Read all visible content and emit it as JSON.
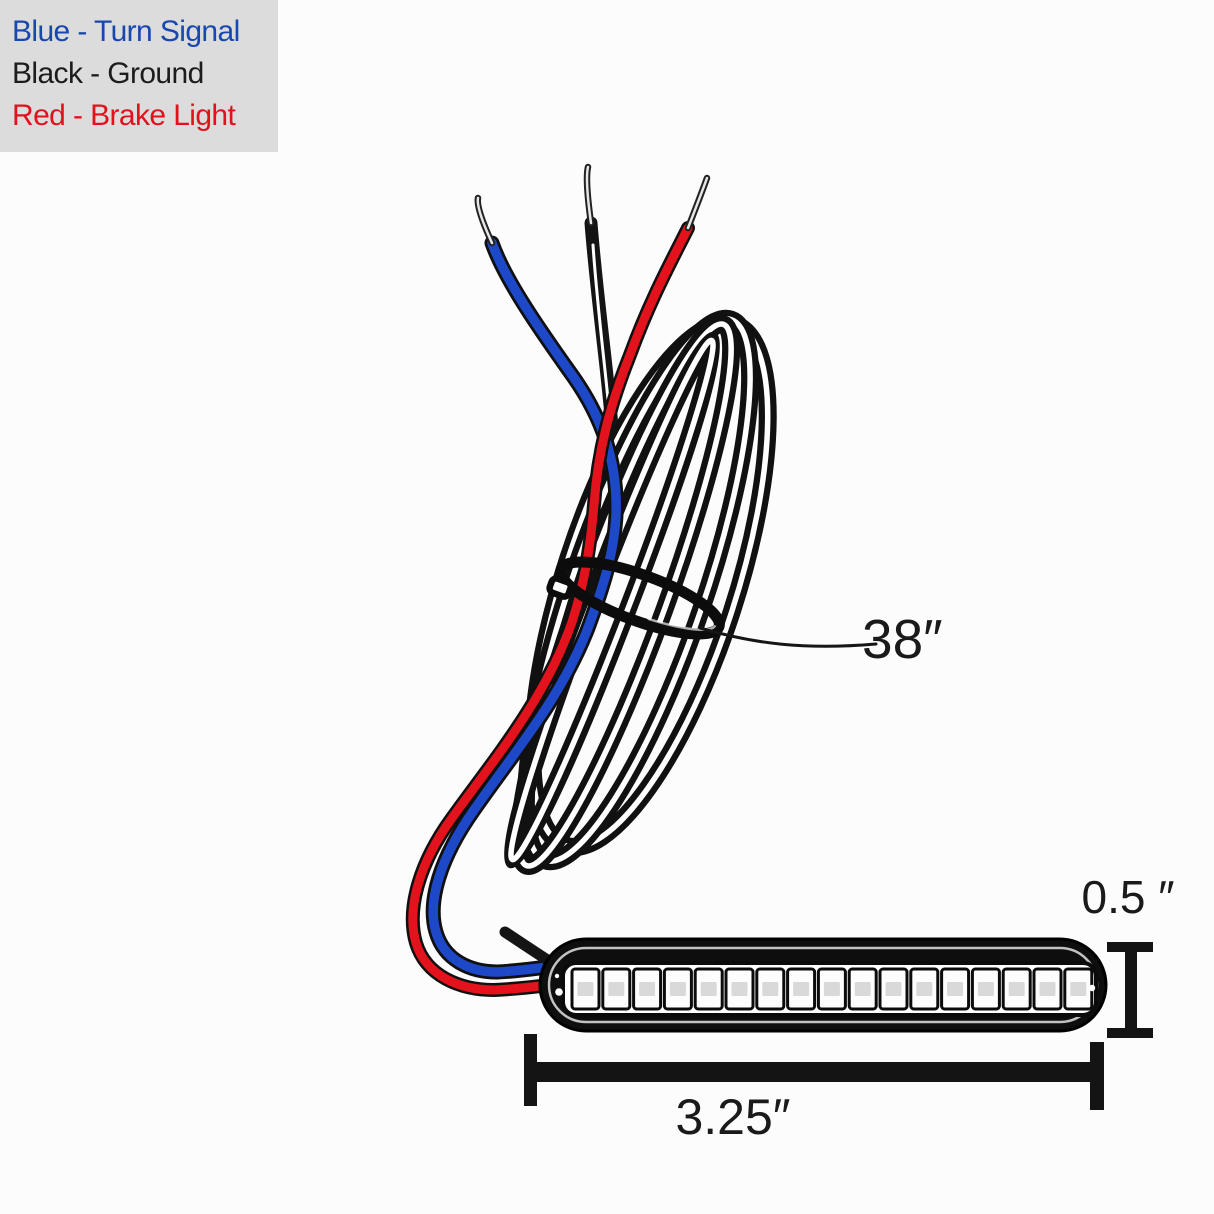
{
  "title": "LED strip wiring diagram",
  "legend": {
    "background": "#dcdcdc",
    "items": [
      {
        "id": "turn-signal",
        "label": "Blue - Turn Signal",
        "color": "#1847ae"
      },
      {
        "id": "ground",
        "label": "Black - Ground",
        "color": "#1c1c1c"
      },
      {
        "id": "brake",
        "label": "Red - Brake Light",
        "color": "#e1121e"
      }
    ]
  },
  "dimensions": {
    "cable_length": "38″",
    "strip_height": "0.5 ″",
    "strip_width": "3.25″"
  },
  "wires": {
    "turn_signal_color": "#1d49c8",
    "ground_color": "#141414",
    "brake_color": "#e2131c",
    "coil_color": "#111111",
    "stripe_color": "#ffffff",
    "tip_color": "#e6e6e6"
  },
  "led_strip": {
    "led_count": 17,
    "housing_color": "#0e0e0e",
    "channel_color": "#ffffff",
    "led_fill": "#fdfdfd",
    "led_inner_color": "#d9d9d9"
  }
}
